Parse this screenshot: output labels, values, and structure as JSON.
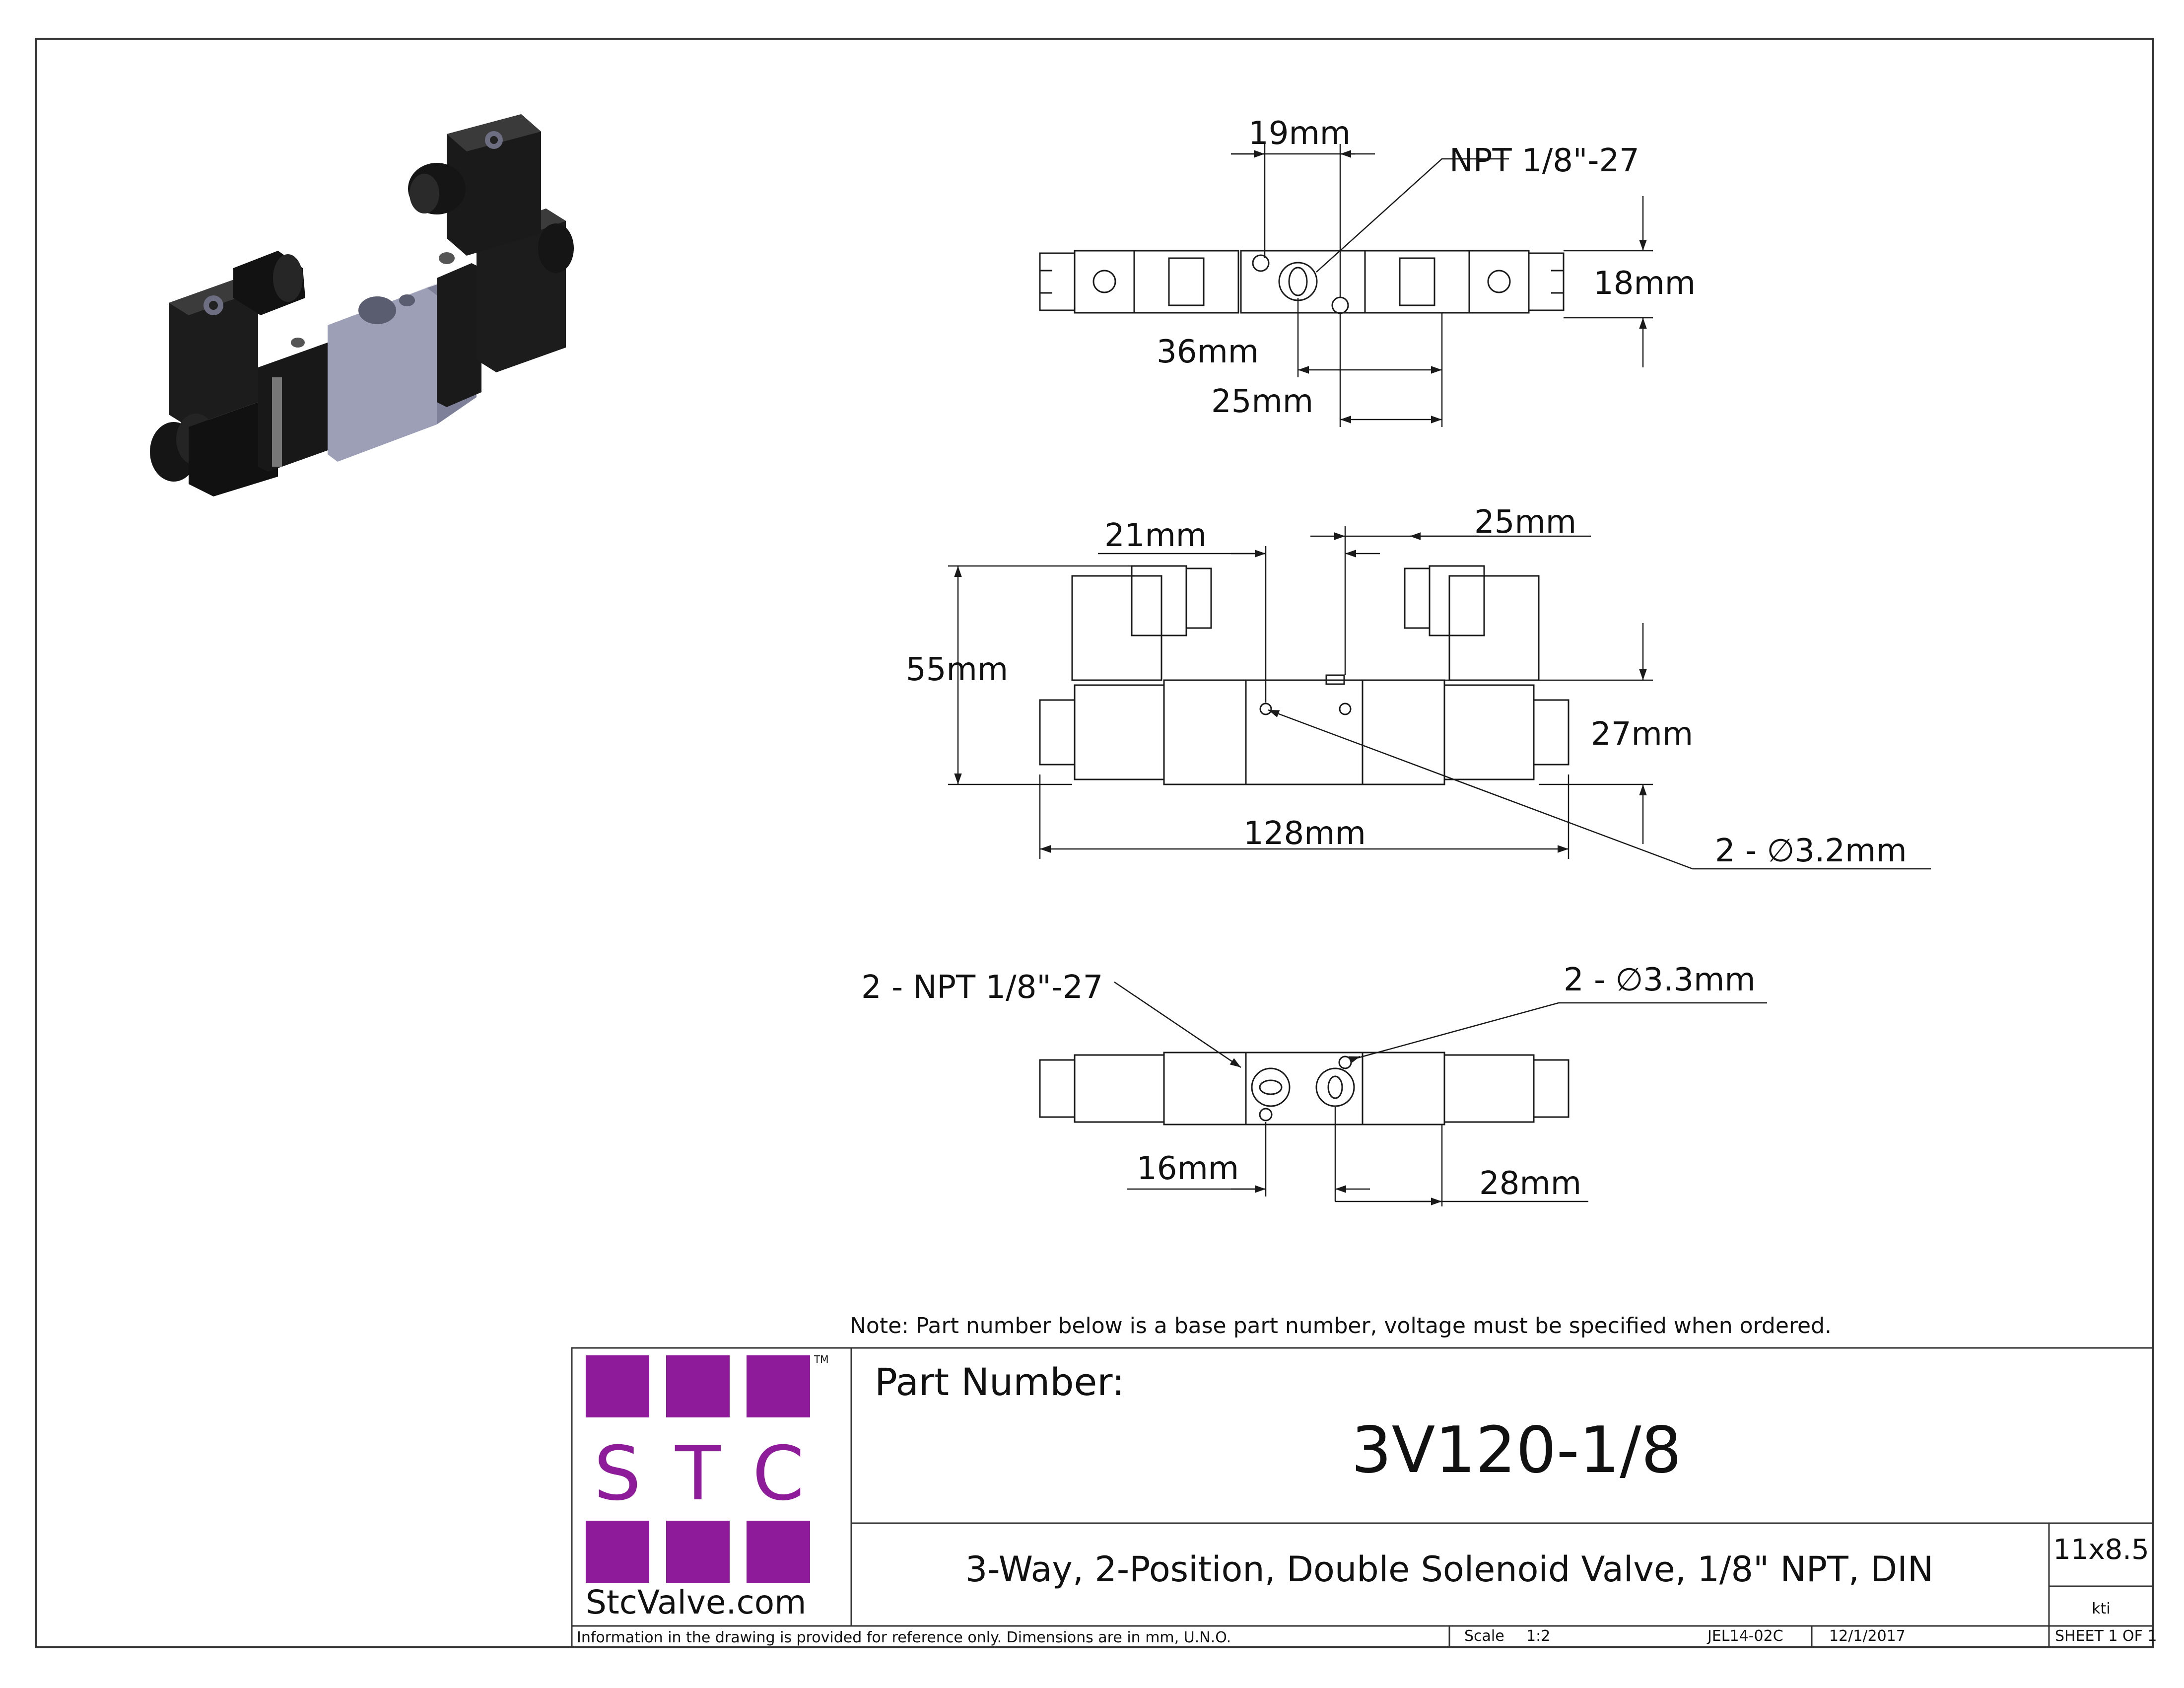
{
  "dimensions": {
    "top_19": "19mm",
    "top_npt": "NPT 1/8\"-27",
    "top_18": "18mm",
    "top_36": "36mm",
    "top_25": "25mm",
    "front_21": "21mm",
    "front_25": "25mm",
    "front_55": "55mm",
    "front_27": "27mm",
    "front_128": "128mm",
    "front_hole": "2 - ∅3.2mm",
    "bottom_npt": "2 - NPT 1/8\"-27",
    "bottom_hole": "2 - ∅3.3mm",
    "bottom_16": "16mm",
    "bottom_28": "28mm"
  },
  "note": "Note: Part number below is a base part number, voltage must be specified when ordered.",
  "title_block": {
    "logo_letters": [
      "S",
      "T",
      "C"
    ],
    "logo_tm": "TM",
    "logo_site": "StcValve.com",
    "part_number_label": "Part Number:",
    "part_number": "3V120-1/8",
    "description": "3-Way, 2-Position, Double Solenoid Valve, 1/8\" NPT, DIN",
    "sheet_size": "11x8.5",
    "drawn_by": "kti",
    "disclaimer": "Information in the drawing is provided for reference only. Dimensions are in mm, U.N.O.",
    "scale_label": "Scale",
    "scale_value": "1:2",
    "drawing_number": "JEL14-02C",
    "date": "12/1/2017",
    "sheet": "SHEET 1 OF 1"
  },
  "colors": {
    "logo_purple": "#8e1c9a",
    "line": "#1a1a1a",
    "valve_body": "#1c1c1c",
    "valve_manifold": "#a9acc0"
  }
}
